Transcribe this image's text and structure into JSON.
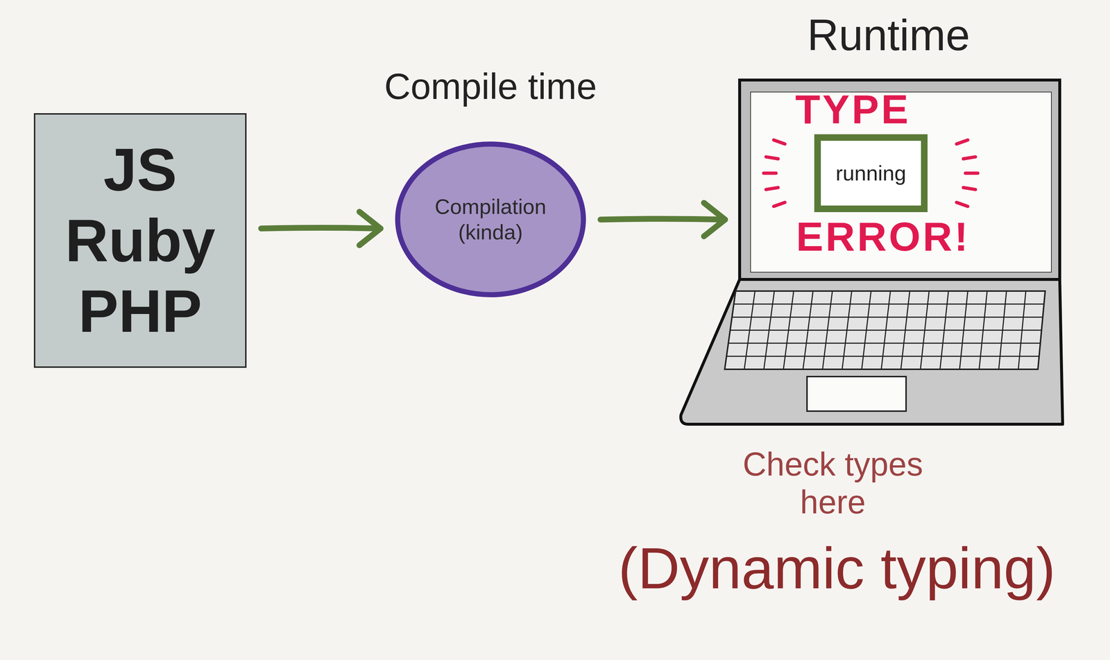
{
  "diagram": {
    "nodes": [
      {
        "text": [
          "JS",
          "Ruby",
          "PHP"
        ]
      },
      {
        "text": [
          "Compile time",
          "Compilation (kinda)"
        ]
      },
      {
        "text": [
          "Runtime",
          "TYPE",
          "ERROR!"
        ]
      },
      {
        "text": [
          "running"
        ],
        "in": 2
      }
    ],
    "edges": [
      {
        "from": 0,
        "to": 1,
        "arrow": "to"
      },
      {
        "from": 1,
        "to": 2,
        "arrow": "to"
      }
    ],
    "labels": [
      "Check types here",
      "(Dynamic typing)"
    ]
  }
}
